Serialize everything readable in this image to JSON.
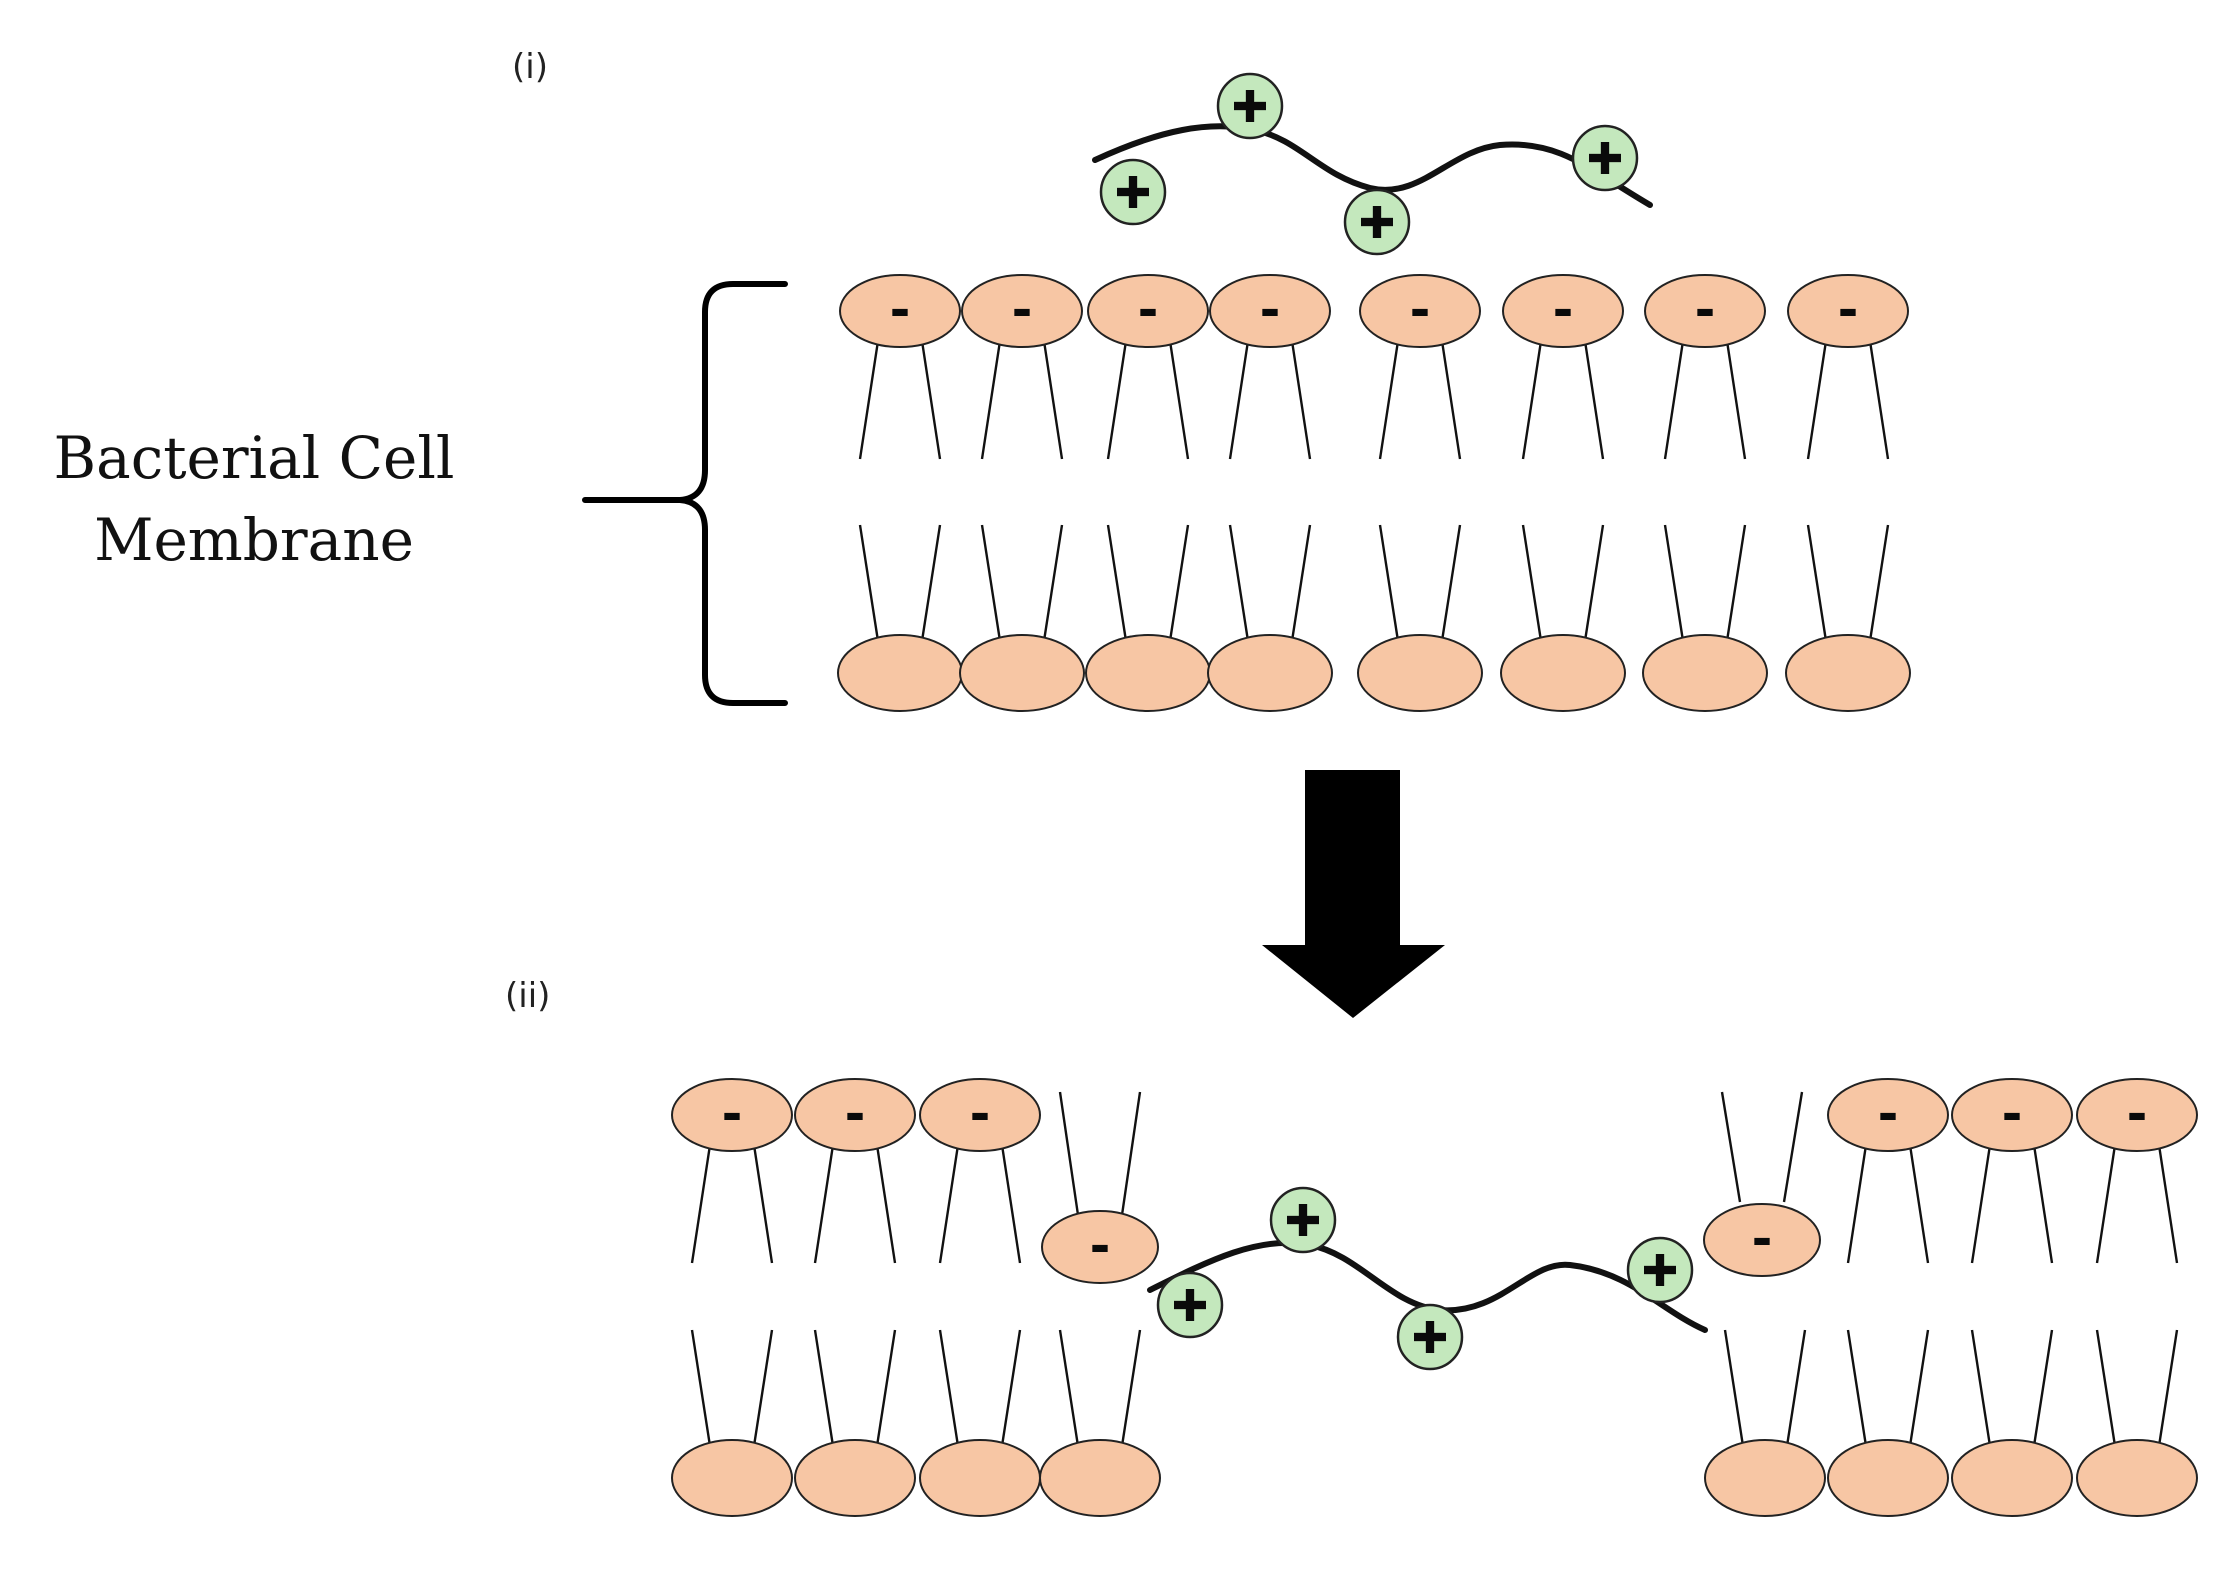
{
  "labels": {
    "panel_i": "(i)",
    "panel_ii": "(ii)",
    "membrane_line1": "Bacterial Cell",
    "membrane_line2": "Membrane"
  },
  "symbols": {
    "negative_charge": "-",
    "positive_charge": "+"
  },
  "colors": {
    "lipid_head": "#f7c6a4",
    "cationic_bead": "#c4e8bd",
    "outline": "#222222",
    "arrow": "#000000"
  },
  "icons": {
    "transition": "down-arrow-icon",
    "grouping": "brace-icon"
  }
}
